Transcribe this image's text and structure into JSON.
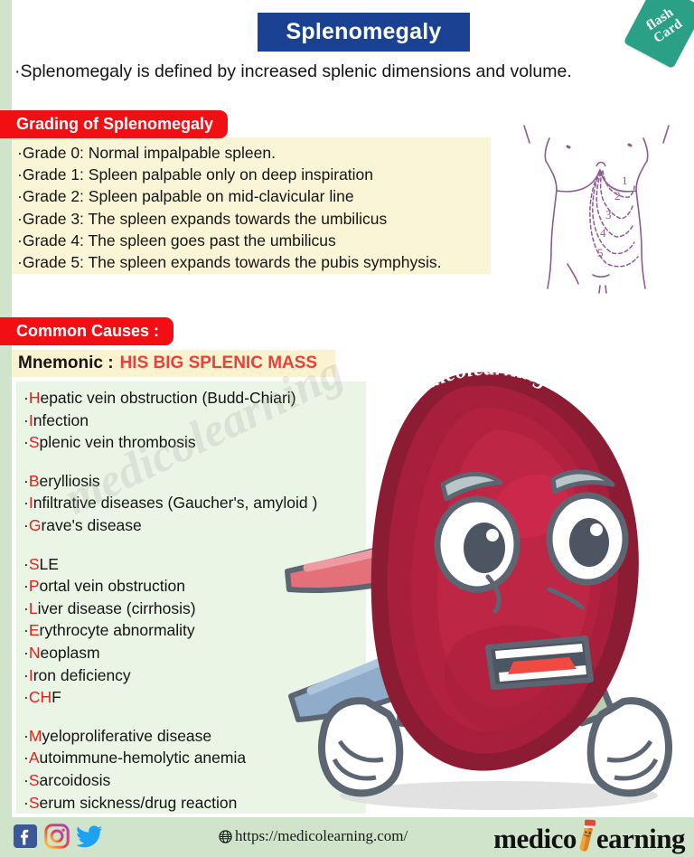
{
  "card": {
    "title": "Splenomegaly",
    "title_bg": "#1b4193",
    "accent_red": "#f20f14",
    "highlight_red": "#e8201c",
    "cream_bg": "#fbf5d7",
    "green_bg": "#eaf5e5",
    "strip_green": "#cfe4cb",
    "tag_teal": "#2aa186"
  },
  "flash_tag": {
    "line1": "flash",
    "line2": "Card"
  },
  "intro": "·Splenomegaly is defined by increased splenic dimensions and volume.",
  "grading": {
    "badge": "Grading of Splenomegaly",
    "rows": [
      "·Grade 0: Normal impalpable spleen.",
      "·Grade 1: Spleen palpable only on deep inspiration",
      "·Grade 2: Spleen palpable on mid-clavicular line",
      "·Grade 3: The spleen expands towards the umbilicus",
      "·Grade 4: The spleen goes past the umbilicus",
      "·Grade 5: The spleen expands towards the pubis symphysis."
    ]
  },
  "torso_diagram": {
    "labels": [
      "1",
      "2",
      "3",
      "4",
      "5"
    ],
    "line_color": "#8e5a93"
  },
  "causes": {
    "badge": "Common Causes :",
    "mnemonic_label": "Mnemonic :",
    "mnemonic_value": "HIS BIG SPLENIC MASS",
    "groups": [
      [
        {
          "initial": "H",
          "rest": "epatic vein obstruction (Budd-Chiari)"
        },
        {
          "initial": "I",
          "rest": "nfection"
        },
        {
          "initial": "S",
          "rest": "plenic vein thrombosis"
        }
      ],
      [
        {
          "initial": "B",
          "rest": "erylliosis"
        },
        {
          "initial": "I",
          "rest": "nfiltrative diseases (Gaucher's, amyloid )"
        },
        {
          "initial": "G",
          "rest": "rave's disease"
        }
      ],
      [
        {
          "initial": "S",
          "rest": "LE"
        },
        {
          "initial": "P",
          "rest": "ortal vein obstruction"
        },
        {
          "initial": "L",
          "rest": "iver disease (cirrhosis)"
        },
        {
          "initial": "E",
          "rest": "rythrocyte abnormality"
        },
        {
          "initial": "N",
          "rest": "eoplasm"
        },
        {
          "initial": "I",
          "rest": "ron deficiency"
        },
        {
          "initial": "CH",
          "rest": "F"
        }
      ],
      [
        {
          "initial": "M",
          "rest": "yeloproliferative disease"
        },
        {
          "initial": "A",
          "rest": "utoimmune-hemolytic anemia"
        },
        {
          "initial": "S",
          "rest": "arcoidosis"
        },
        {
          "initial": "S",
          "rest": "erum sickness/drug reaction"
        }
      ]
    ]
  },
  "watermarks": {
    "causes_area": "medicolearning",
    "spleen_top": "medicolearning"
  },
  "footer": {
    "url": "https://medicolearning.com/",
    "brand_left": "medico",
    "brand_right": "earning",
    "social": [
      {
        "name": "facebook-icon",
        "glyph": "f"
      },
      {
        "name": "instagram-icon",
        "glyph": ""
      },
      {
        "name": "twitter-icon",
        "glyph": ""
      }
    ]
  }
}
